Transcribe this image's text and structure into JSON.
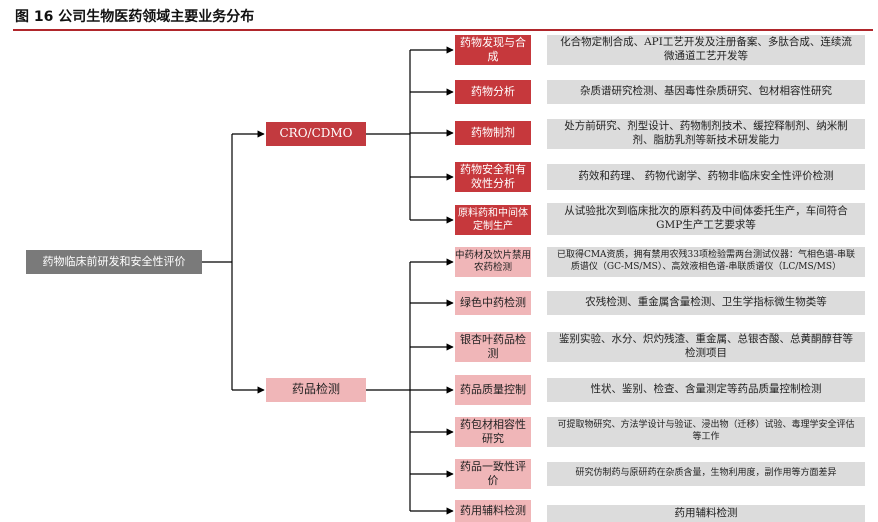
{
  "figure": {
    "title": "图 16 公司生物医药领域主要业务分布"
  },
  "root": {
    "label": "药物临床前研发和安全性评价"
  },
  "branches": [
    {
      "label": "CRO/CDMO",
      "style": "red",
      "children": [
        {
          "label": "药物发现与合成",
          "desc": "化合物定制合成、API工艺开发及注册备案、多肽合成、连续流微通道工艺开发等"
        },
        {
          "label": "药物分析",
          "desc": "杂质谱研究检测、基因毒性杂质研究、包材相容性研究"
        },
        {
          "label": "药物制剂",
          "desc": "处方前研究、剂型设计、药物制剂技术、缓控释制剂、纳米制剂、脂肪乳剂等新技术研发能力"
        },
        {
          "label": "药物安全和有效性分析",
          "desc": "药效和药理、 药物代谢学、药物非临床安全性评价检测"
        },
        {
          "label": "原料药和中间体定制生产",
          "desc": "从试验批次到临床批次的原料药及中间体委托生产，车间符合GMP生产工艺要求等"
        }
      ]
    },
    {
      "label": "药品检测",
      "style": "pink",
      "children": [
        {
          "label": "中药材及饮片禁用农药检测",
          "desc": "已取得CMA资质，拥有禁用农残33项检验需两台测试仪器：气相色谱-串联质谱仪（GC-MS/MS）、高效液相色谱-串联质谱仪（LC/MS/MS）"
        },
        {
          "label": "绿色中药检测",
          "desc": "农残检测、重金属含量检测、卫生学指标微生物类等"
        },
        {
          "label": "银杏叶药品检测",
          "desc": "鉴别实验、水分、炽灼残渣、重金属、总银杏酸、总黄酮醇苷等检测项目"
        },
        {
          "label": "药品质量控制",
          "desc": "性状、鉴别、检查、含量测定等药品质量控制检测"
        },
        {
          "label": "药包材相容性研究",
          "desc": "可提取物研究、方法学设计与验证、浸出物（迁移）试验、毒理学安全评估等工作"
        },
        {
          "label": "药品一致性评价",
          "desc": "研究仿制药与原研药在杂质含量，生物利用度，副作用等方面差异"
        },
        {
          "label": "药用辅料检测",
          "desc": "药用辅料检测"
        }
      ]
    }
  ]
}
